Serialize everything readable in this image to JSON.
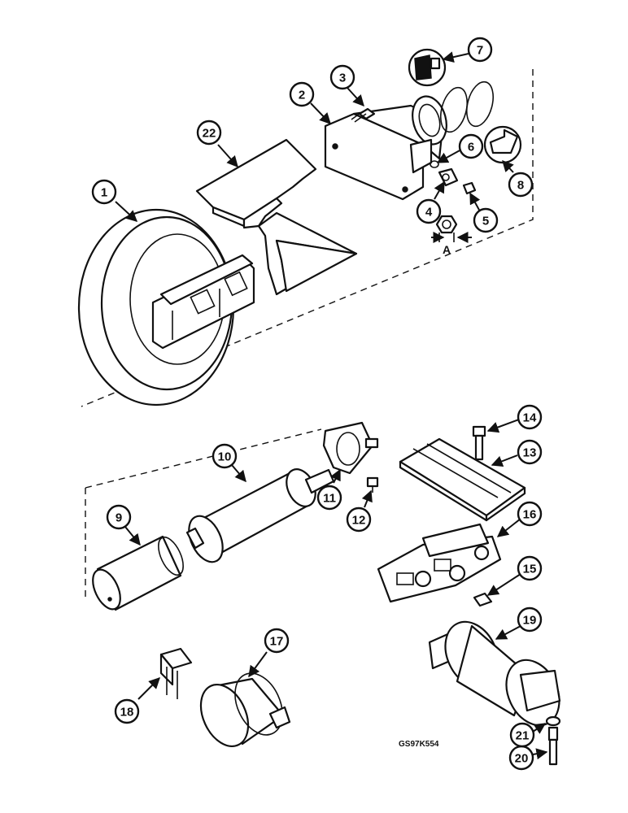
{
  "callouts": {
    "c1": "1",
    "c2": "2",
    "c3": "3",
    "c4": "4",
    "c5": "5",
    "c6": "6",
    "c7": "7",
    "c8": "8",
    "c9": "9",
    "c10": "10",
    "c11": "11",
    "c12": "12",
    "c13": "13",
    "c14": "14",
    "c15": "15",
    "c16": "16",
    "c17": "17",
    "c18": "18",
    "c19": "19",
    "c20": "20",
    "c21": "21",
    "c22": "22"
  },
  "dimension_label": "A",
  "drawing_code": "GS97K554"
}
